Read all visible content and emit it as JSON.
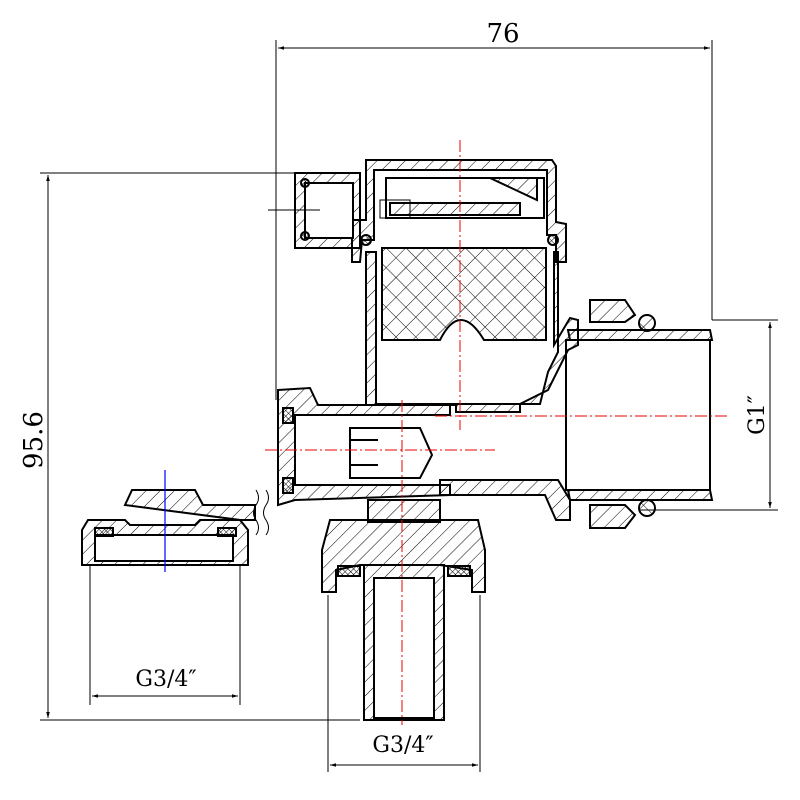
{
  "drawing": {
    "dimensions": {
      "overall_width": "76",
      "overall_height": "95.6",
      "outlet_thread": "G1″",
      "nut_thread": "G3/4″",
      "hose_thread": "G3/4″"
    },
    "colors": {
      "lines": "#000000",
      "center_lines": "#e00000",
      "detail_axis": "#0000ff"
    }
  }
}
